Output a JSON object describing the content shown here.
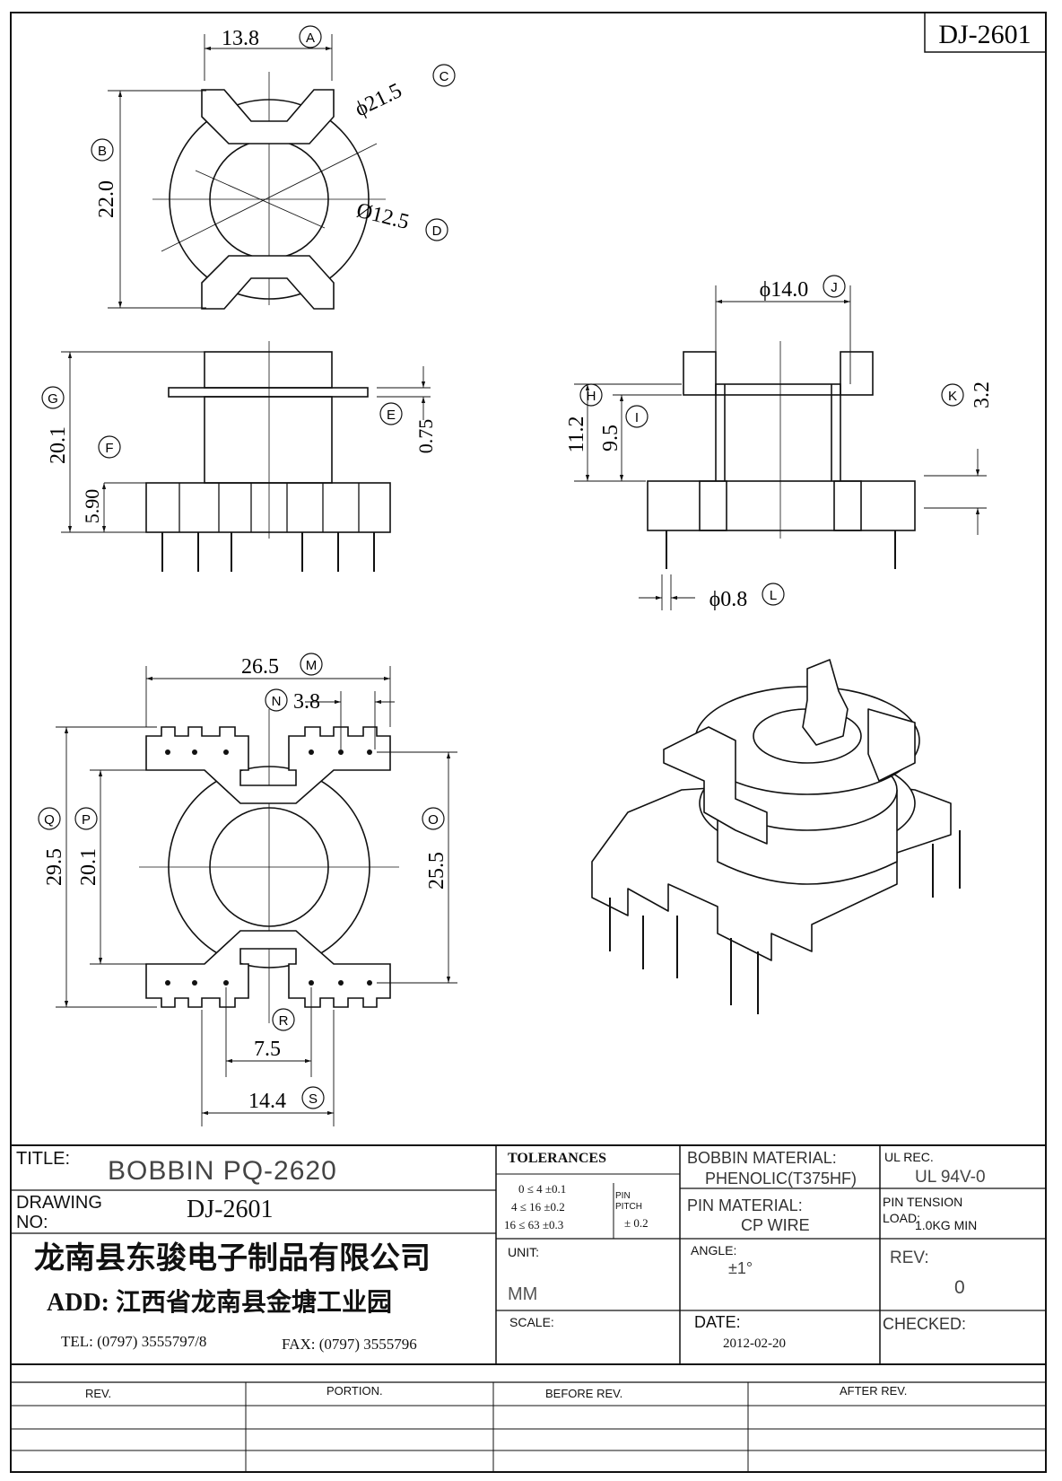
{
  "drawing_number_box": "DJ-2601",
  "dimensions": {
    "A": {
      "label": "A",
      "value": "13.8"
    },
    "B": {
      "label": "B",
      "value": "22.0"
    },
    "C": {
      "label": "C",
      "value": "ϕ21.5"
    },
    "D": {
      "label": "D",
      "value": "Ø12.5"
    },
    "E": {
      "label": "E",
      "value": "0.75"
    },
    "F": {
      "label": "F",
      "value": "5.90"
    },
    "G": {
      "label": "G",
      "value": "20.1"
    },
    "H": {
      "label": "H",
      "value": "11.2"
    },
    "I": {
      "label": "I",
      "value": "9.5"
    },
    "J": {
      "label": "J",
      "value": "ϕ14.0"
    },
    "K": {
      "label": "K",
      "value": "3.2"
    },
    "L": {
      "label": "L",
      "value": "ϕ0.8"
    },
    "M": {
      "label": "M",
      "value": "26.5"
    },
    "N": {
      "label": "N",
      "value": "3.8"
    },
    "O": {
      "label": "O",
      "value": "25.5"
    },
    "P": {
      "label": "P",
      "value": "20.1"
    },
    "Q": {
      "label": "Q",
      "value": "29.5"
    },
    "R": {
      "label": "R",
      "value": "7.5"
    },
    "S": {
      "label": "S",
      "value": "14.4"
    }
  },
  "title_block": {
    "title_label": "TITLE:",
    "title_value": "BOBBIN PQ-2620",
    "drawing_no_label_1": "DRAWING",
    "drawing_no_label_2": "NO:",
    "drawing_no_value": "DJ-2601",
    "company_name": "龙南县东骏电子制品有限公司",
    "address": "ADD: 江西省龙南县金塘工业园",
    "tel": "TEL: (0797) 3555797/8",
    "fax": "FAX: (0797) 3555796",
    "tolerances_label": "TOLERANCES",
    "tolerance_rows": [
      "0 ≤  4    ±0.1",
      "4 ≤ 16   ±0.2",
      "16 ≤ 63   ±0.3"
    ],
    "pin_pitch_label_1": "PIN",
    "pin_pitch_label_2": "PITCH",
    "pin_pitch_value": "± 0.2",
    "unit_label": "UNIT:",
    "unit_value": "MM",
    "scale_label": "SCALE:",
    "bobbin_material_label": "BOBBIN MATERIAL:",
    "bobbin_material_value": "PHENOLIC(T375HF)",
    "ul_rec_label": "UL REC.",
    "ul_rec_value": "UL 94V-0",
    "pin_material_label": "PIN MATERIAL:",
    "pin_material_value": "CP WIRE",
    "pin_tension_label_1": "PIN TENSION",
    "pin_tension_label_2": "LOAD:",
    "pin_tension_value": "1.0KG MIN",
    "angle_label": "ANGLE:",
    "angle_value": "±1°",
    "rev_label": "REV:",
    "rev_value": "0",
    "date_label": "DATE:",
    "date_value": "2012-02-20",
    "checked_label": "CHECKED:"
  },
  "revision_table": {
    "headers": [
      "REV.",
      "PORTION.",
      "BEFORE REV.",
      "AFTER REV."
    ]
  }
}
